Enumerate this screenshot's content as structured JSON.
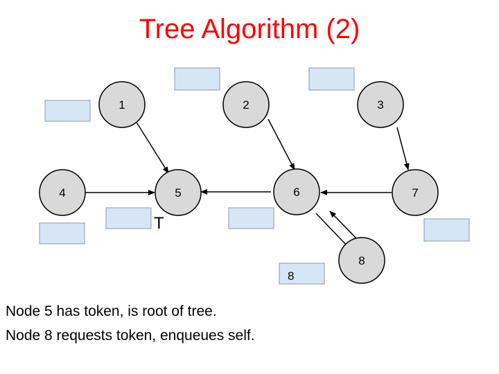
{
  "title": "Tree Algorithm (2)",
  "nodes": [
    {
      "id": "node-1",
      "label": "1"
    },
    {
      "id": "node-2",
      "label": "2"
    },
    {
      "id": "node-3",
      "label": "3"
    },
    {
      "id": "node-4",
      "label": "4"
    },
    {
      "id": "node-5",
      "label": "5"
    },
    {
      "id": "node-6",
      "label": "6"
    },
    {
      "id": "node-7",
      "label": "7"
    },
    {
      "id": "node-8",
      "label": "8"
    }
  ],
  "queue_box_8_label": "8",
  "token_label": "T",
  "caption": [
    "Node 5 has token, is root of tree.",
    "Node 8 requests token, enqueues self."
  ],
  "colors": {
    "title": "#ff0000",
    "node_fill": "#d9d9d9",
    "queue_fill": "#d6e6f4"
  }
}
